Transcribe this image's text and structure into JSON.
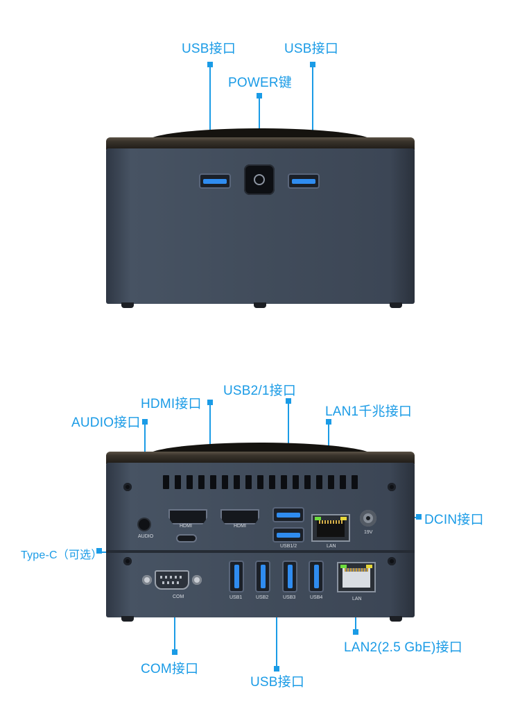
{
  "top_view": {
    "callouts": {
      "usb_left": "USB接口",
      "usb_right": "USB接口",
      "power": "POWER键"
    }
  },
  "rear_view": {
    "callouts": {
      "hdmi": "HDMI接口",
      "usb21": "USB2/1接口",
      "lan1": "LAN1千兆接口",
      "audio": "AUDIO接口",
      "dcin": "DCIN接口",
      "typec": "Type-C（可选）",
      "com": "COM接口",
      "usb": "USB接口",
      "lan2": "LAN2(2.5 GbE)接口"
    },
    "port_labels": {
      "audio": "AUDIO",
      "hdmi1": "HDMI",
      "hdmi2": "HDMI",
      "usb12": "USB1/2",
      "lan_upper": "LAN",
      "dc": "19V",
      "com": "COM",
      "usb1": "USB1",
      "usb2": "USB2",
      "usb3": "USB3",
      "usb4": "USB4",
      "lan_lower": "LAN"
    }
  },
  "colors": {
    "accent": "#1a9be6",
    "usb_blue": "#2f8cf0",
    "chassis": "#414c5b"
  }
}
